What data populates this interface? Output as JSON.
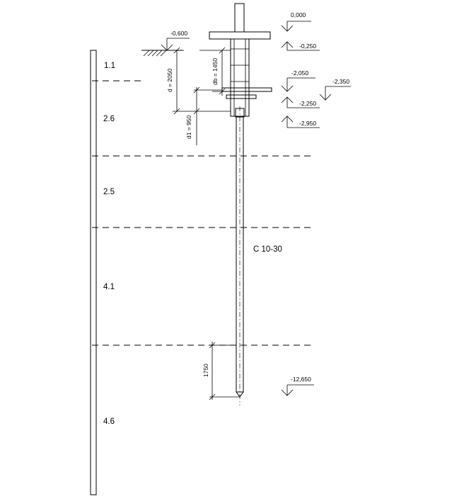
{
  "layers": [
    {
      "thickness": "1.1"
    },
    {
      "thickness": "2.6"
    },
    {
      "thickness": "2.5"
    },
    {
      "thickness": "4.1"
    },
    {
      "thickness": "4.6"
    }
  ],
  "ground_level": "-0,600",
  "elevations": {
    "top": "0,000",
    "a": "-0,250",
    "b": "-2,050",
    "c": "-2,350",
    "d": "-2,250",
    "e": "-2,950",
    "pile_tip": "-12,650"
  },
  "dimensions": {
    "d": "d = 2050",
    "db": "db = 1450",
    "d1": "d1 = 950",
    "tip": "1750"
  },
  "pile_label": "С 10-30"
}
